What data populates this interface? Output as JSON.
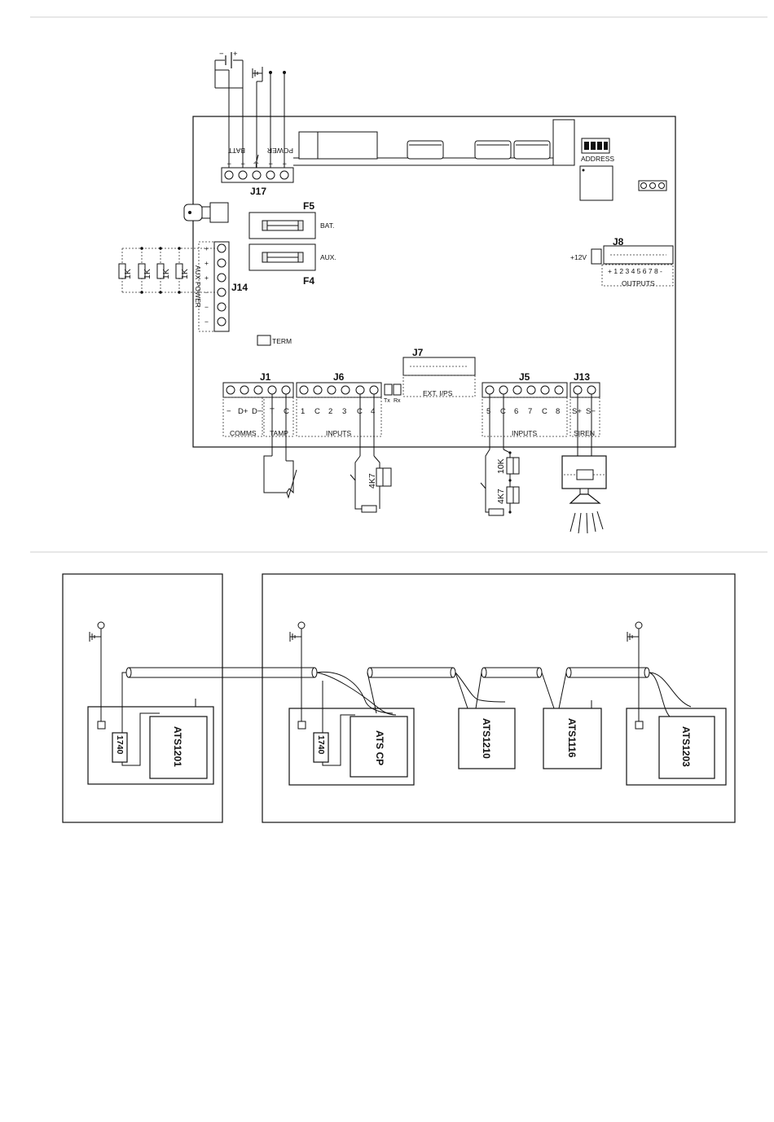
{
  "top_diagram": {
    "j17": {
      "name": "J17",
      "labels": {
        "batt": "BATT",
        "power": "POWER"
      },
      "pin_labels": [
        "−",
        "+",
        "⏚",
        "−",
        "+"
      ],
      "batt_symbols": {
        "neg": "−",
        "pos": "+"
      }
    },
    "fuses": {
      "f5": {
        "name": "F5",
        "label": "BAT."
      },
      "f4": {
        "name": "F4",
        "label": "AUX."
      }
    },
    "j14": {
      "name": "J14",
      "label": "AUX POWER",
      "pin_labels": [
        "+",
        "+",
        "+",
        "−",
        "−",
        "−"
      ],
      "resistors": [
        "1K",
        "1K",
        "1K",
        "1K"
      ]
    },
    "address": {
      "label": "ADDRESS"
    },
    "term": {
      "label": "TERM"
    },
    "j8": {
      "name": "J8",
      "supply_label": "+12V",
      "pin_label": "+ 1 2 3 4 5 6 7 8 -",
      "group_label": "OUTPUTS"
    },
    "j7": {
      "name": "J7",
      "label": "EXT. I/PS"
    },
    "j1": {
      "name": "J1",
      "comms_pins": [
        "−",
        "D+",
        "D−"
      ],
      "tamp_pins": [
        "T",
        "C"
      ],
      "comms_label": "COMMS",
      "tamp_label": "TAMP"
    },
    "j6": {
      "name": "J6",
      "pins": [
        "1",
        "C",
        "2",
        "3",
        "C",
        "4"
      ],
      "label": "INPUTS",
      "tx": "Tx",
      "rx": "Rx"
    },
    "j5": {
      "name": "J5",
      "pins": [
        "5",
        "C",
        "6",
        "7",
        "C",
        "8"
      ],
      "label": "INPUTS"
    },
    "j13": {
      "name": "J13",
      "pins": [
        "S+",
        "S−"
      ],
      "label": "SIREN"
    },
    "eol": {
      "j6_resistor": "4K7",
      "j5_resistor_top": "10K",
      "j5_resistor_bottom": "4K7"
    }
  },
  "bottom_diagram": {
    "modules": [
      "ATS1201",
      "ATS CP",
      "ATS1210",
      "ATS1116",
      "ATS1203"
    ],
    "isolators": [
      "1740",
      "1740"
    ]
  }
}
